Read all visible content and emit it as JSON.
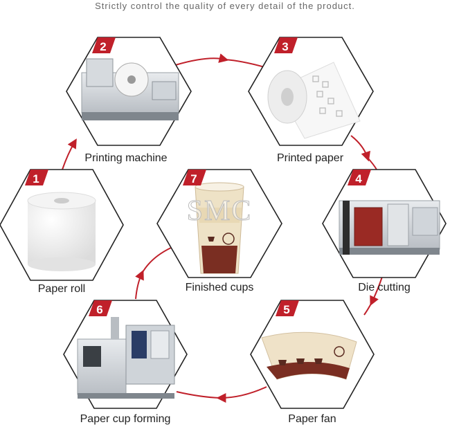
{
  "caption": "Strictly control the quality of every detail of the product.",
  "colors": {
    "accent": "#c0202a",
    "hex_stroke": "#222222",
    "paper_dark": "#7a2e22"
  },
  "watermark": "SMC",
  "steps": [
    {
      "number": "1",
      "label": "Paper roll",
      "icon": "paper-roll-image"
    },
    {
      "number": "2",
      "label": "Printing machine",
      "icon": "printing-machine-image"
    },
    {
      "number": "3",
      "label": "Printed paper",
      "icon": "printed-paper-roll-image"
    },
    {
      "number": "4",
      "label": "Die cutting",
      "icon": "die-cutting-machine-image"
    },
    {
      "number": "5",
      "label": "Paper fan",
      "icon": "paper-fan-image"
    },
    {
      "number": "6",
      "label": "Paper cup forming",
      "icon": "cup-forming-machine-image"
    },
    {
      "number": "7",
      "label": "Finished cups",
      "icon": "paper-cup-image"
    }
  ]
}
